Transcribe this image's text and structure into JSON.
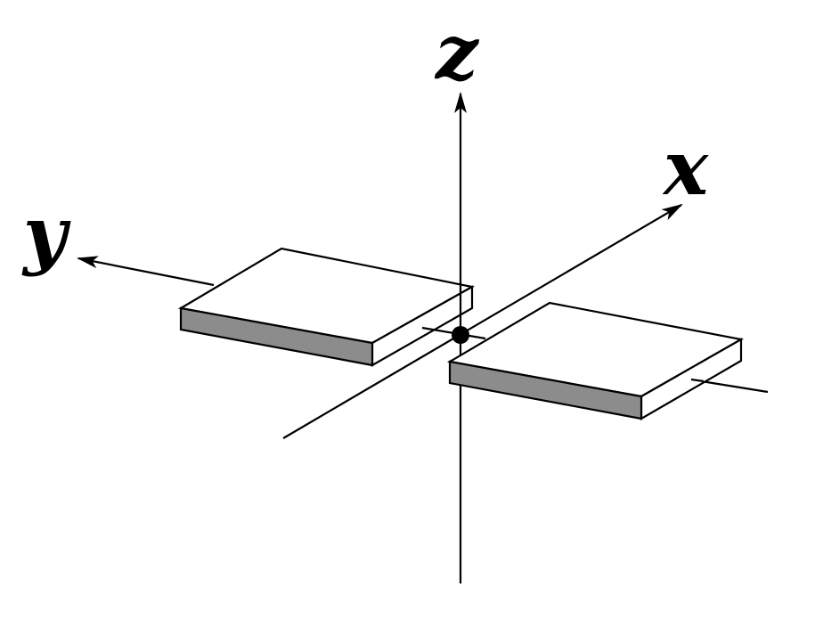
{
  "axes": {
    "x_label": "x",
    "y_label": "y",
    "z_label": "z"
  },
  "colors": {
    "line": "#000000",
    "plate_top": "#ffffff",
    "plate_front": "#8c8c8c",
    "background": "#ffffff"
  }
}
